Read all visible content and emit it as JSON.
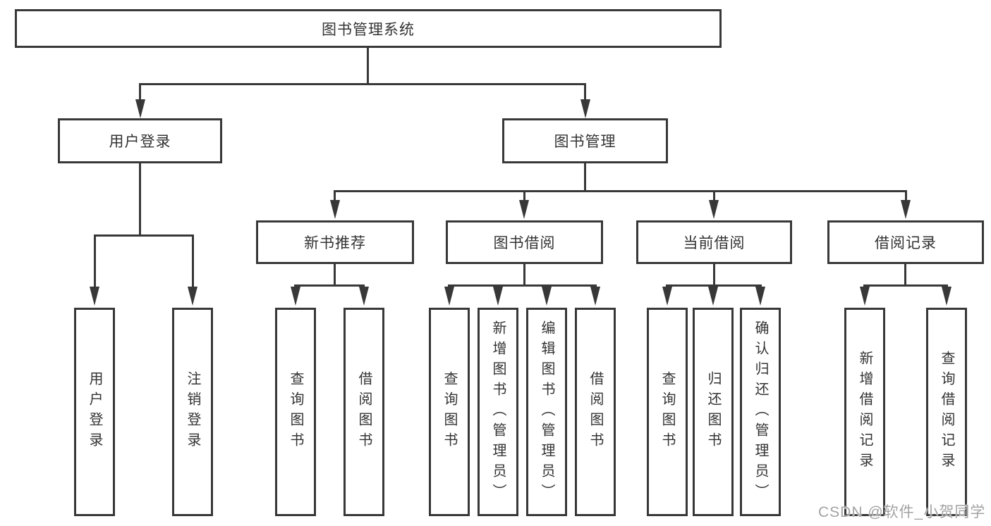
{
  "colors": {
    "line": "#383838",
    "text": "#333333",
    "background": "#ffffff"
  },
  "watermark": {
    "text": "CSDN @软件_小贺同学"
  },
  "tree": {
    "label": "图书管理系统",
    "children": [
      {
        "label": "用户登录",
        "children": [
          {
            "label": "用户登录"
          },
          {
            "label": "注销登录"
          }
        ]
      },
      {
        "label": "图书管理",
        "children": [
          {
            "label": "新书推荐",
            "children": [
              {
                "label": "查询图书"
              },
              {
                "label": "借阅图书"
              }
            ]
          },
          {
            "label": "图书借阅",
            "children": [
              {
                "label": "查询图书"
              },
              {
                "label": "新增图书（管理员）"
              },
              {
                "label": "编辑图书（管理员）"
              },
              {
                "label": "借阅图书"
              }
            ]
          },
          {
            "label": "当前借阅",
            "children": [
              {
                "label": "查询图书"
              },
              {
                "label": "归还图书"
              },
              {
                "label": "确认归还（管理员）"
              }
            ]
          },
          {
            "label": "借阅记录",
            "children": [
              {
                "label": "新增借阅记录"
              },
              {
                "label": "查询借阅记录"
              }
            ]
          }
        ]
      }
    ]
  }
}
